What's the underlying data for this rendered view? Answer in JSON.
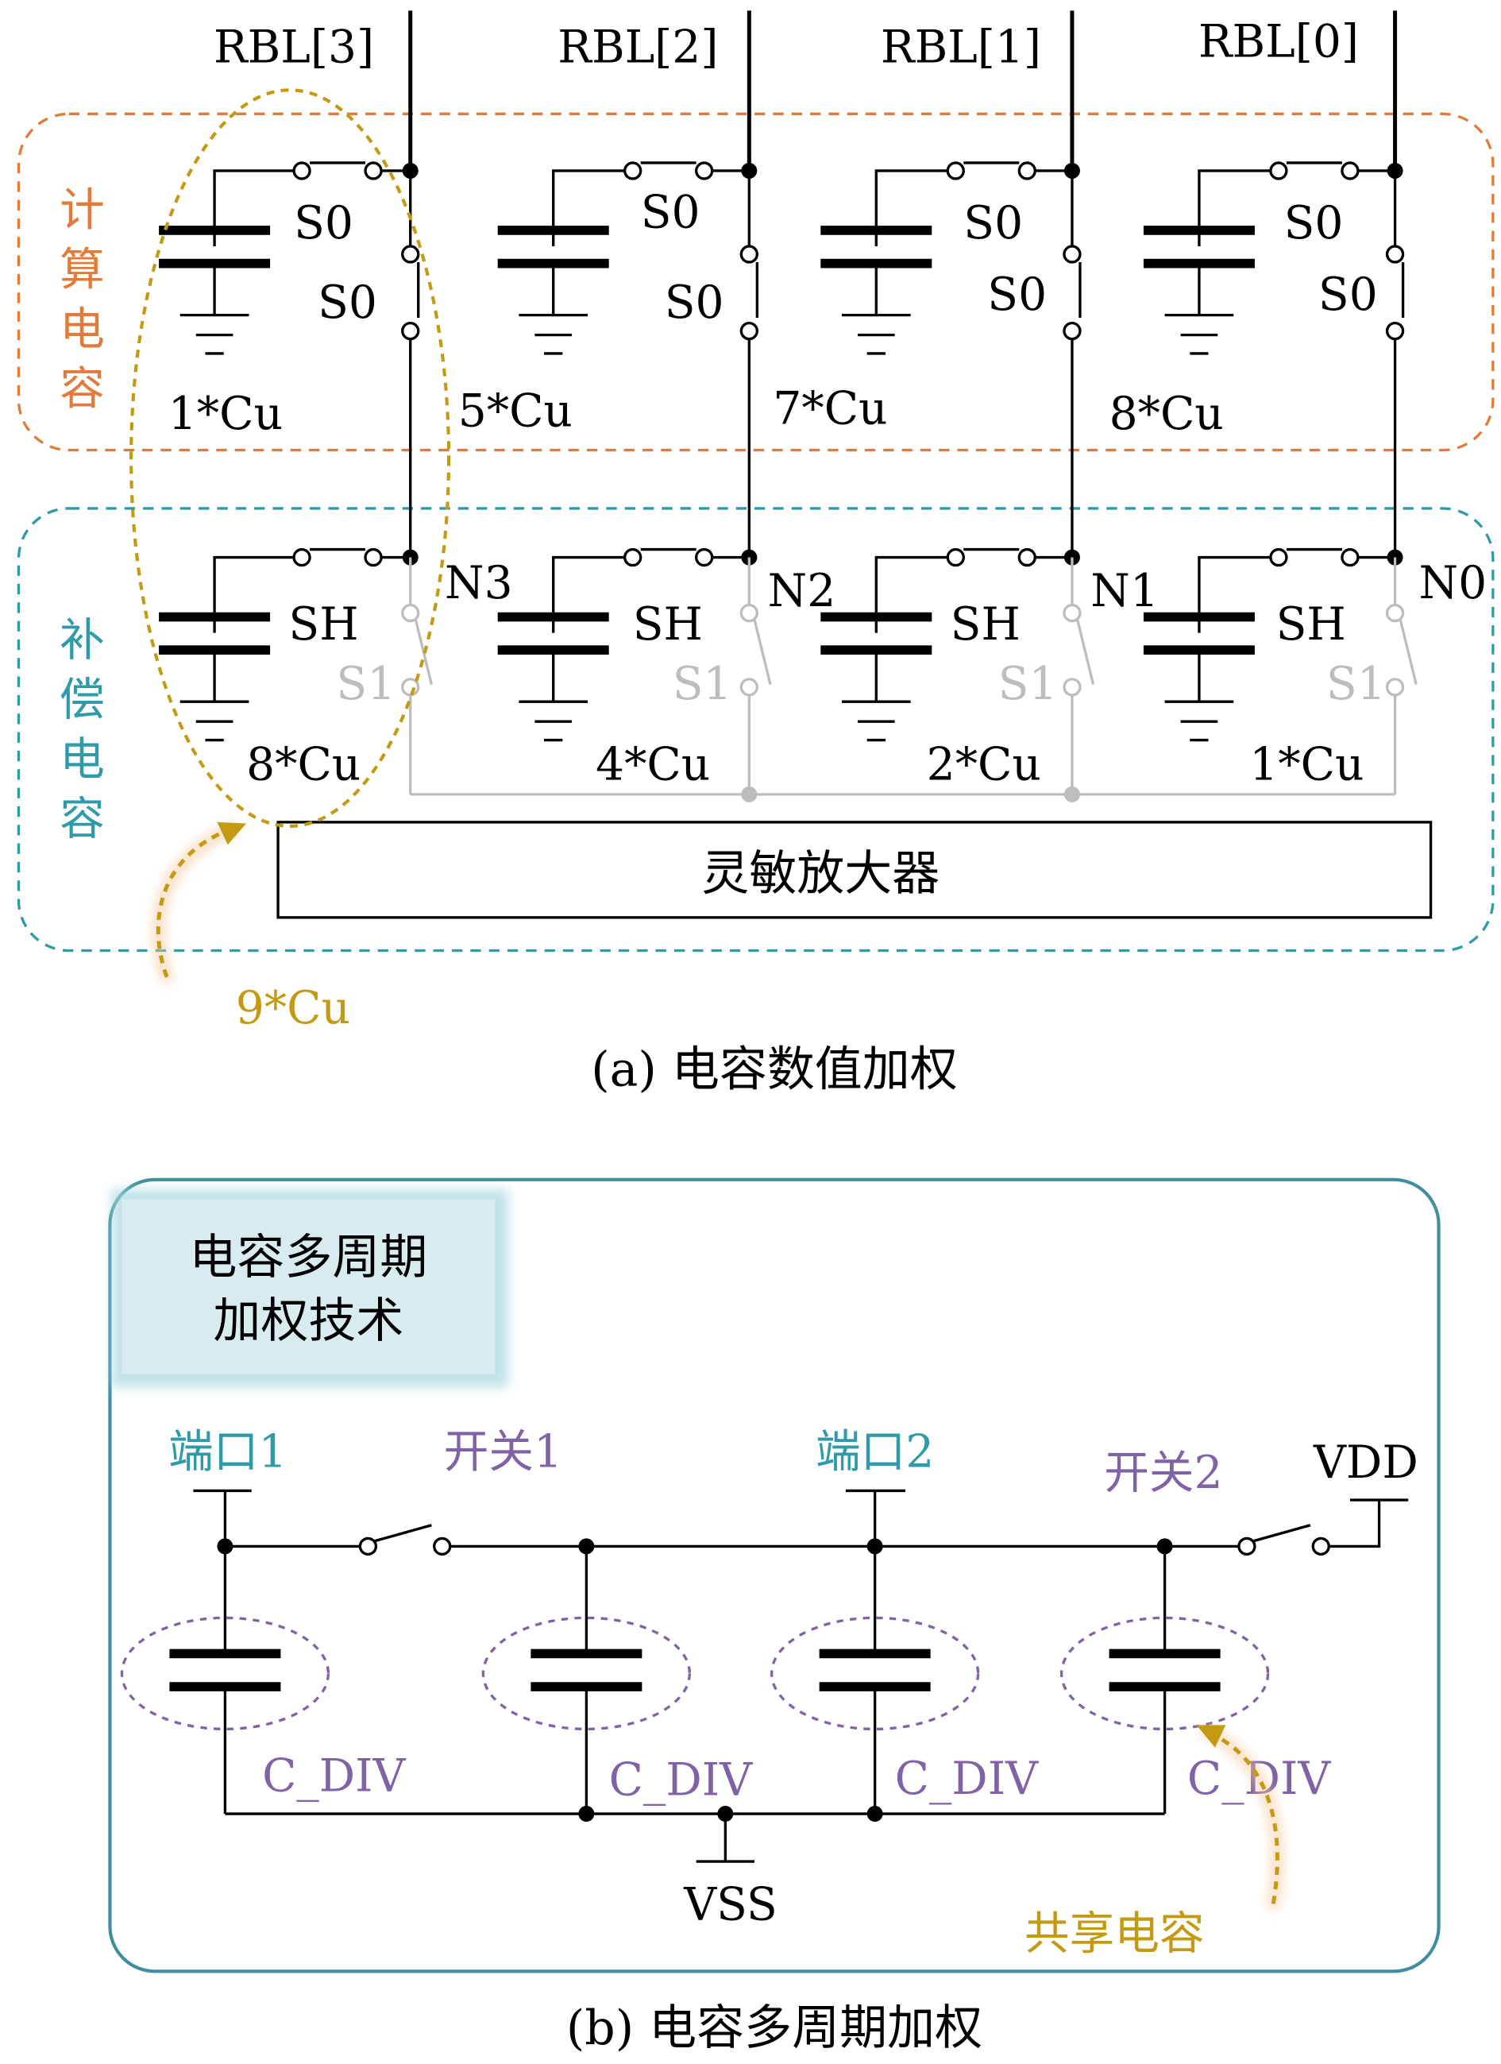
{
  "part_a": {
    "columns": [
      {
        "rbl": "RBL[3]",
        "s0_top": "S0",
        "s0_side": "S0",
        "compute_cap": "1*Cu",
        "sh": "SH",
        "s1": "S1",
        "node": "N3",
        "comp_cap": "8*Cu"
      },
      {
        "rbl": "RBL[2]",
        "s0_top": "S0",
        "s0_side": "S0",
        "compute_cap": "5*Cu",
        "sh": "SH",
        "s1": "S1",
        "node": "N2",
        "comp_cap": "4*Cu"
      },
      {
        "rbl": "RBL[1]",
        "s0_top": "S0",
        "s0_side": "S0",
        "compute_cap": "7*Cu",
        "sh": "SH",
        "s1": "S1",
        "node": "N1",
        "comp_cap": "2*Cu"
      },
      {
        "rbl": "RBL[0]",
        "s0_top": "S0",
        "s0_side": "S0",
        "compute_cap": "8*Cu",
        "sh": "SH",
        "s1": "S1",
        "node": "N0",
        "comp_cap": "1*Cu"
      }
    ],
    "compute_group": {
      "label_chars": [
        "计",
        "算",
        "电",
        "容"
      ]
    },
    "comp_group": {
      "label_chars": [
        "补",
        "偿",
        "电",
        "容"
      ]
    },
    "sense_amp": "灵敏放大器",
    "annotation": "9*Cu",
    "caption": "(a) 电容数值加权"
  },
  "part_b": {
    "title_lines": [
      "电容多周期",
      "加权技术"
    ],
    "port1": "端口1",
    "switch1": "开关1",
    "port2": "端口2",
    "switch2": "开关2",
    "vdd": "VDD",
    "cdiv": [
      "C_DIV",
      "C_DIV",
      "C_DIV",
      "C_DIV"
    ],
    "vss": "VSS",
    "shared_cap": "共享电容",
    "caption": "(b) 电容多周期加权"
  },
  "colors": {
    "line": "#000000",
    "orange": "#e07b39",
    "teal": "#2f9aa8",
    "gold": "#c49a12",
    "purple": "#7f63a6",
    "gray": "#bdbdbd",
    "panel_border": "#3f8e9e",
    "title_box": "#d8ecef"
  }
}
